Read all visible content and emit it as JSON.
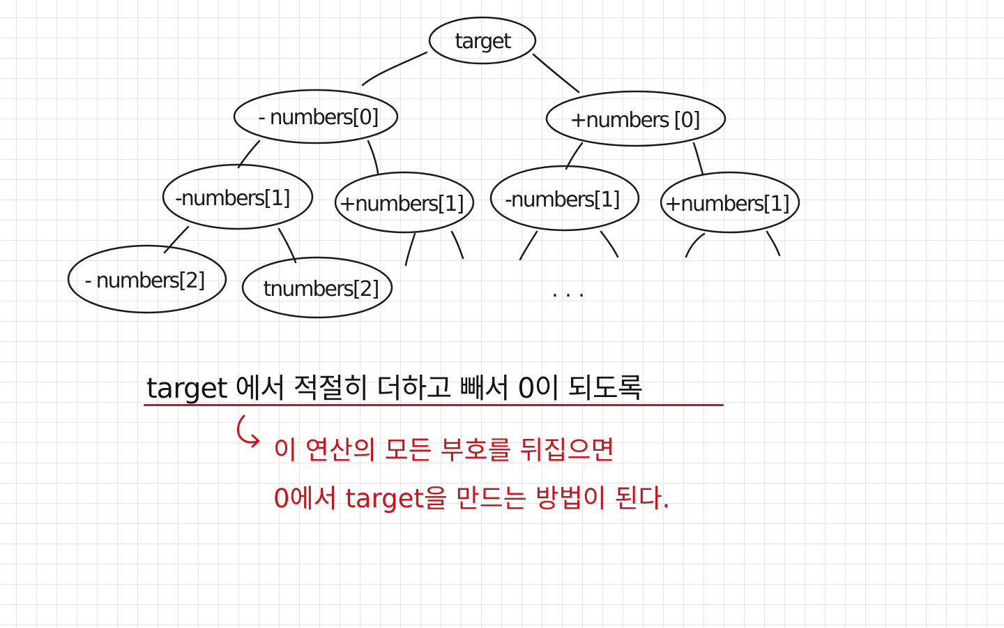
{
  "diagram": {
    "root": "target",
    "level1": [
      "- numbers[0]",
      "+numbers [0]"
    ],
    "level2": [
      "-numbers[1]",
      "+numbers[1]",
      "-numbers[1]",
      "+numbers[1]"
    ],
    "level3": [
      "- numbers[2]",
      "tnumbers[2]"
    ],
    "continuation": ". . ."
  },
  "notes": {
    "main": "target 에서 적절히 더하고 빼서 0이 되도록",
    "line1": "이 연산의 모든 부호를 뒤집으면",
    "line2": "0에서 target을 만드는 방법이 된다."
  },
  "colors": {
    "ink": "#1a1a1a",
    "accent_red": "#c8141c",
    "grid": "#e4e4e4"
  }
}
